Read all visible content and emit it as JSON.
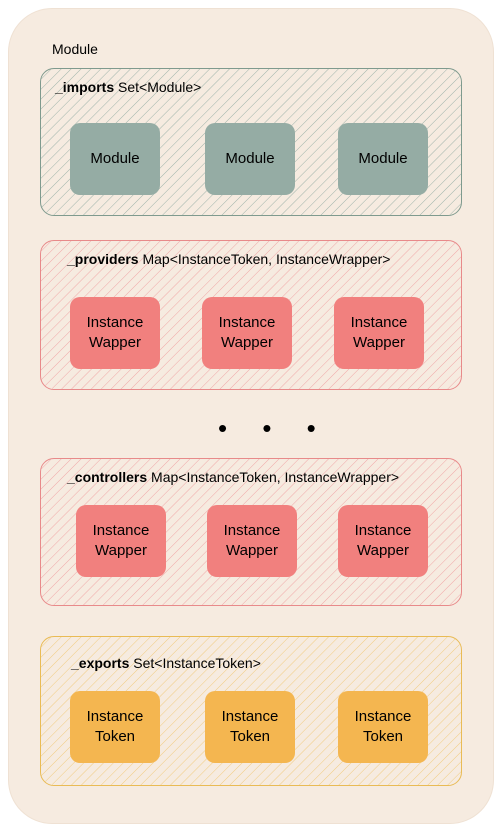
{
  "module": {
    "label": "Module"
  },
  "groups": {
    "imports": {
      "name": "_imports",
      "type": "Set<Module>",
      "items": [
        "Module",
        "Module",
        "Module"
      ]
    },
    "providers": {
      "name": "_providers",
      "type": "Map<InstanceToken, InstanceWrapper>",
      "items": [
        "Instance\nWapper",
        "Instance\nWapper",
        "Instance\nWapper"
      ]
    },
    "controllers": {
      "name": "_controllers",
      "type": "Map<InstanceToken, InstanceWrapper>",
      "items": [
        "Instance\nWapper",
        "Instance\nWapper",
        "Instance\nWapper"
      ]
    },
    "exports": {
      "name": "_exports",
      "type": "Set<InstanceToken>",
      "items": [
        "Instance\nToken",
        "Instance\nToken",
        "Instance\nToken"
      ]
    }
  },
  "ellipsis": "• • •",
  "colors": {
    "module_bg": "#f6ebe0",
    "imports_border": "#7f9a8e",
    "imports_box": "#95aca4",
    "instance_border": "#e88a8a",
    "instance_box": "#f1807e",
    "exports_border": "#e9bb55",
    "token_box": "#f4b650"
  }
}
